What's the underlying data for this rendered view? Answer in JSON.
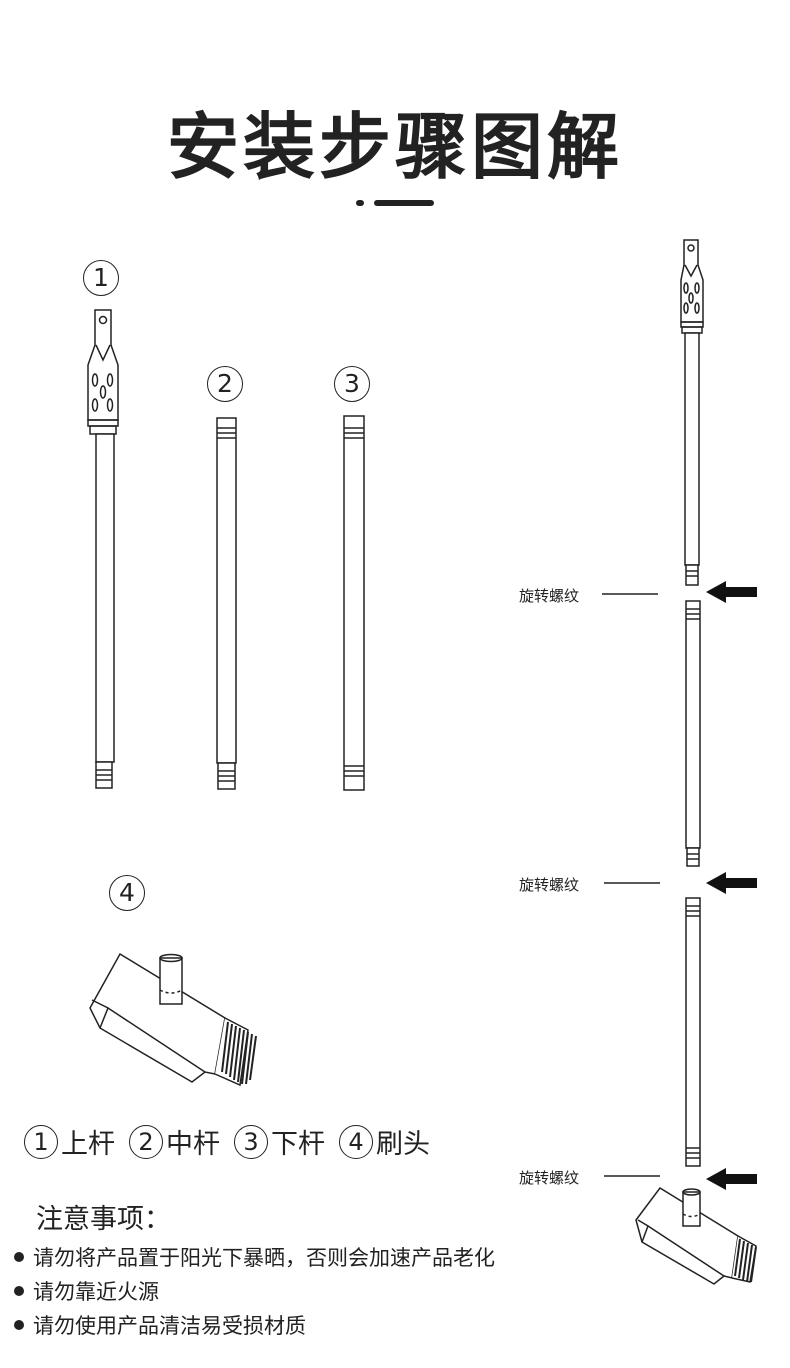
{
  "title": "安装步骤图解",
  "parts": {
    "n1": "1",
    "n2": "2",
    "n3": "3",
    "n4": "4"
  },
  "rotate_label": "旋转螺纹",
  "legend": [
    {
      "num": "1",
      "label": "上杆"
    },
    {
      "num": "2",
      "label": "中杆"
    },
    {
      "num": "3",
      "label": "下杆"
    },
    {
      "num": "4",
      "label": "刷头"
    }
  ],
  "notice": {
    "title": "注意事项：",
    "items": [
      "请勿将产品置于阳光下暴晒，否则会加速产品老化",
      "请勿靠近火源",
      "请勿使用产品清洁易受损材质"
    ]
  },
  "colors": {
    "ink": "#222222",
    "background": "#ffffff"
  }
}
